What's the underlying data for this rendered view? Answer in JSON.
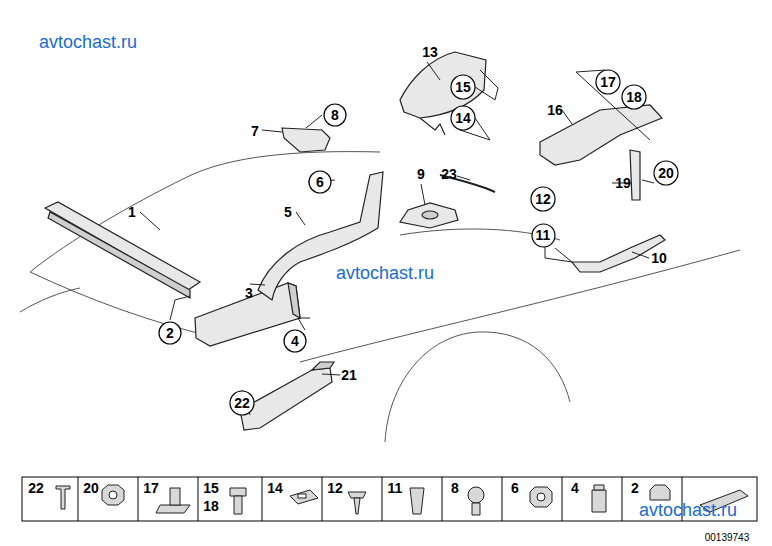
{
  "diagram": {
    "nodes": [
      {
        "text": [
          "17"
        ]
      },
      {
        "text": [
          "15"
        ]
      },
      {
        "text": [
          "18"
        ]
      },
      {
        "text": [
          "8"
        ]
      },
      {
        "text": [
          "14"
        ]
      },
      {
        "text": [
          "20"
        ]
      },
      {
        "text": [
          "6"
        ]
      },
      {
        "text": [
          "12"
        ]
      },
      {
        "text": [
          "11"
        ]
      },
      {
        "text": [
          "2"
        ]
      },
      {
        "text": [
          "4"
        ]
      },
      {
        "text": [
          "22"
        ]
      }
    ],
    "labels": [
      "avtochast.ru",
      "13",
      "16",
      "7",
      "9",
      "23",
      "5",
      "1",
      "avtochast.ru",
      "3",
      "19",
      "10",
      "21",
      "22",
      "20",
      "17",
      "15",
      "18",
      "14",
      "12",
      "11",
      "8",
      "6",
      "4",
      "2",
      "avtochast.ru",
      "00139743"
    ]
  }
}
